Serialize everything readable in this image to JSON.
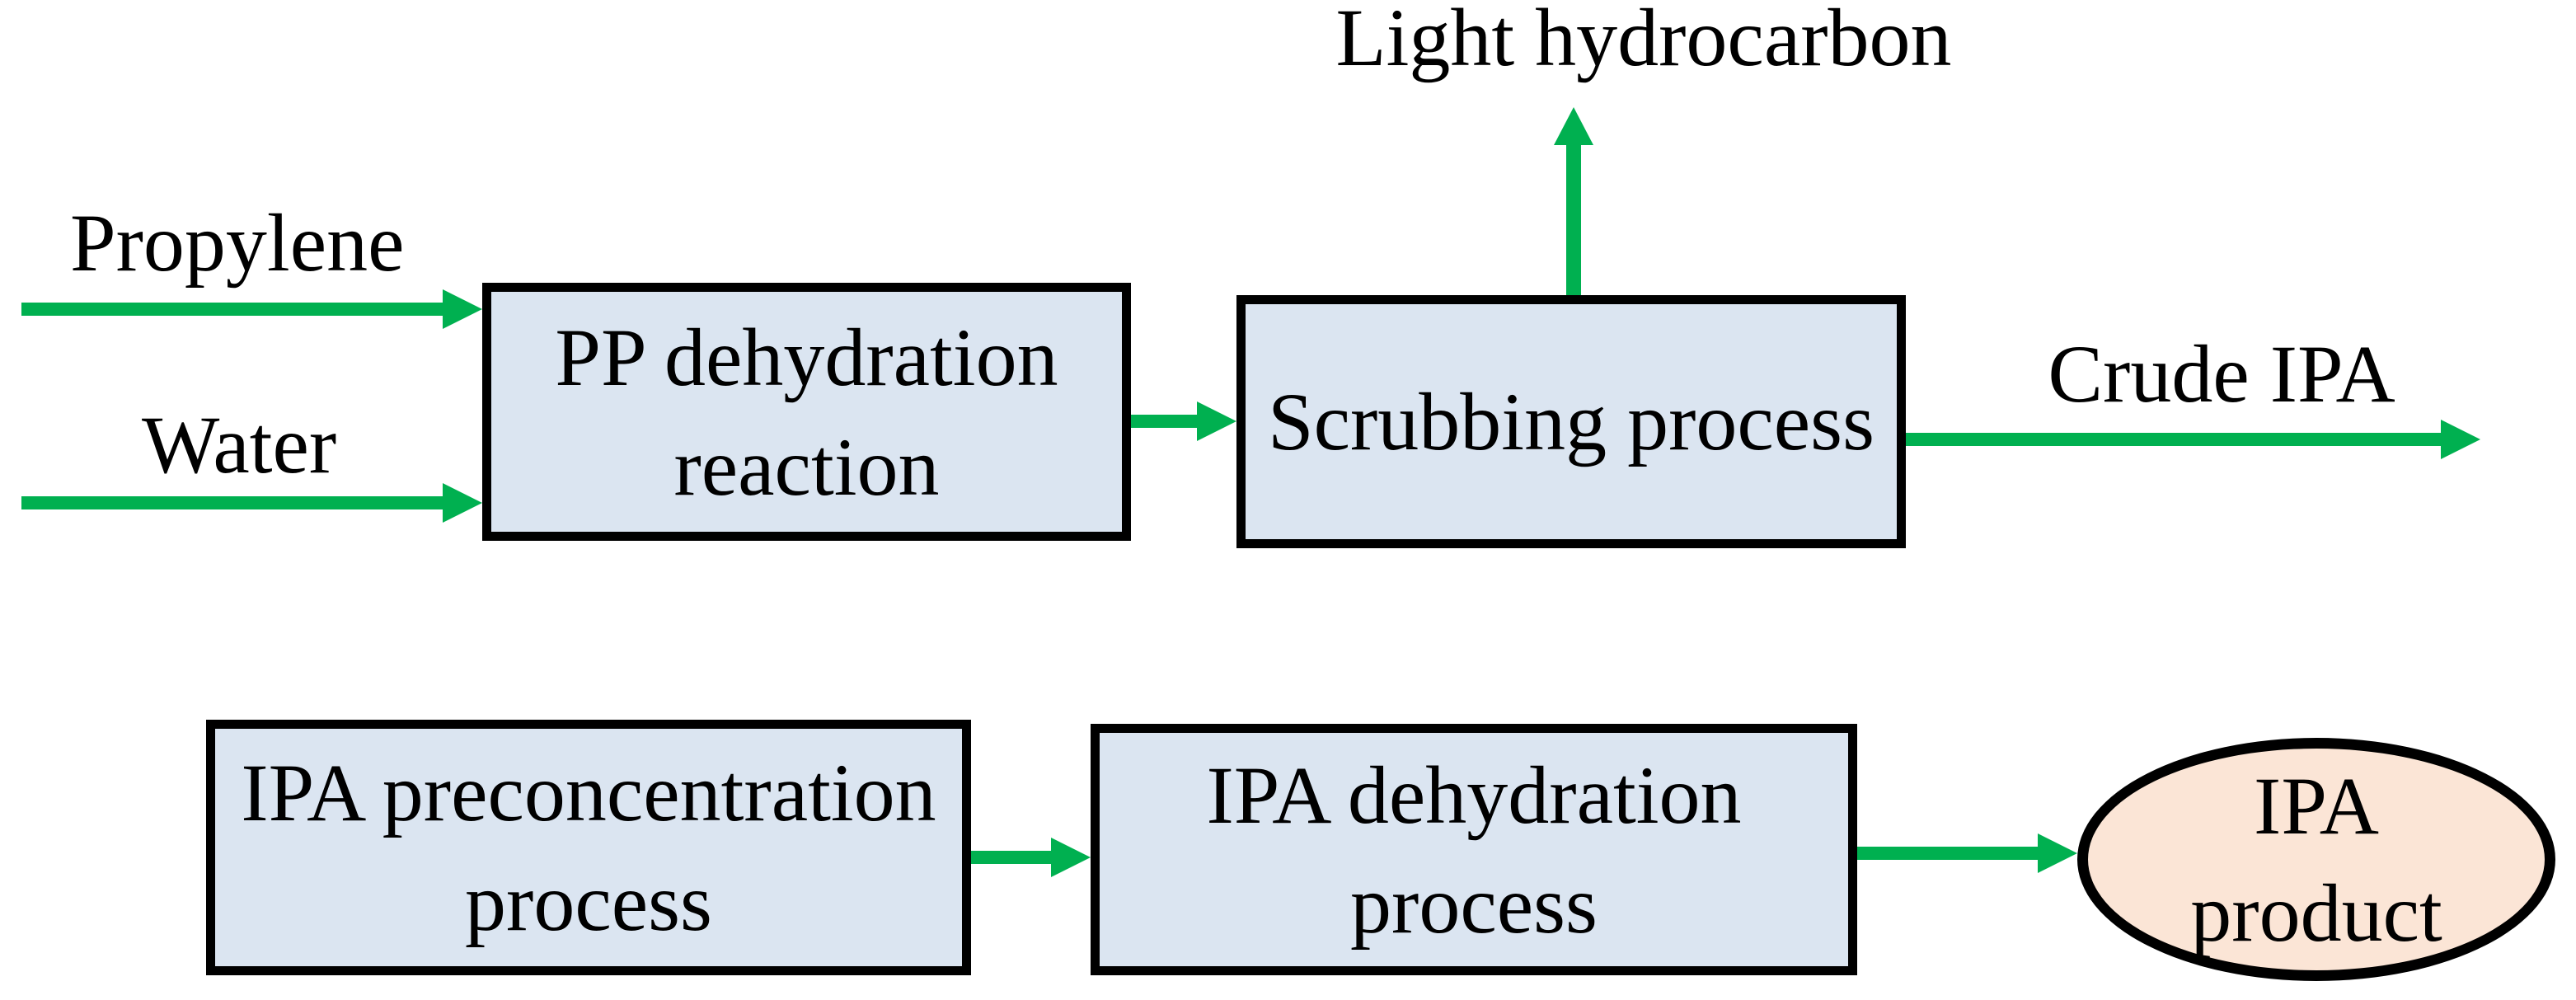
{
  "diagram": {
    "title": "IPA production process flow diagram",
    "colors": {
      "arrow_green": "#00b050",
      "box_fill": "#dbe5f1",
      "box_border": "#000000",
      "ellipse_fill": "#fbe5d6",
      "background": "#ffffff",
      "text": "#000000"
    },
    "nodes": {
      "pp_dehydration": {
        "line1": "PP dehydration",
        "line2": "reaction",
        "shape": "rect"
      },
      "scrubbing": {
        "line1": "Scrubbing process",
        "shape": "rect"
      },
      "ipa_preconcentration": {
        "line1": "IPA preconcentration",
        "line2": "process",
        "shape": "rect"
      },
      "ipa_dehydration": {
        "line1": "IPA dehydration",
        "line2": "process",
        "shape": "rect"
      },
      "ipa_product": {
        "line1": "IPA",
        "line2": "product",
        "shape": "ellipse"
      }
    },
    "stream_labels": {
      "propylene": "Propylene",
      "water": "Water",
      "light_hydrocarbon": "Light hydrocarbon",
      "crude_ipa": "Crude IPA"
    },
    "flows": [
      {
        "from": "Propylene feed",
        "to": "PP dehydration reaction"
      },
      {
        "from": "Water feed",
        "to": "PP dehydration reaction"
      },
      {
        "from": "PP dehydration reaction",
        "to": "Scrubbing process"
      },
      {
        "from": "Scrubbing process",
        "to": "Light hydrocarbon (vent up)"
      },
      {
        "from": "Scrubbing process",
        "to": "Crude IPA (out right)"
      },
      {
        "from": "IPA preconcentration process",
        "to": "IPA dehydration process"
      },
      {
        "from": "IPA dehydration process",
        "to": "IPA product"
      }
    ]
  }
}
